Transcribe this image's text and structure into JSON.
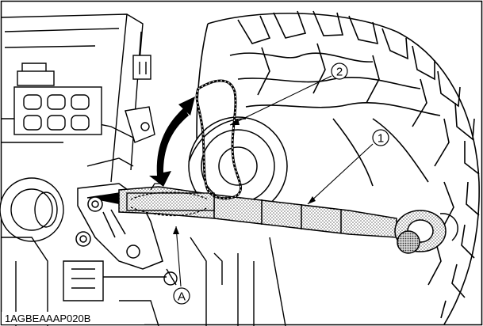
{
  "figure": {
    "code": "1AGBEAAAP020B",
    "callouts": {
      "item1": "1",
      "item2": "2",
      "itemA": "A"
    }
  }
}
